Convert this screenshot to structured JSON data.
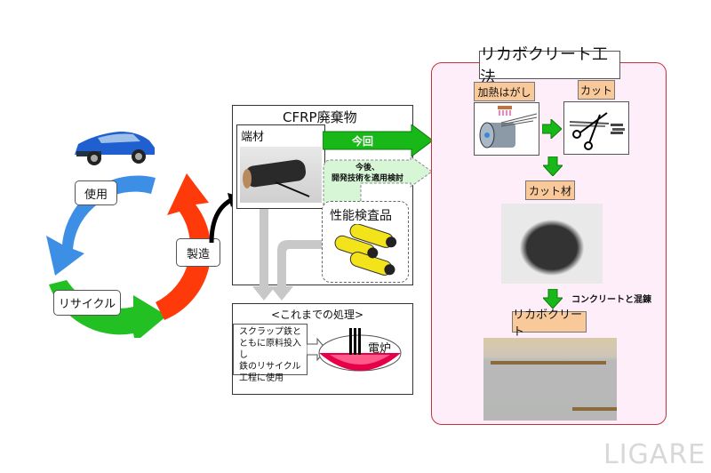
{
  "cycle": {
    "use_label": "使用",
    "recycle_label": "リサイクル",
    "manufacture_label": "製造"
  },
  "cfrp": {
    "title": "CFRP廃棄物",
    "scrap_label": "端材",
    "inspection_label": "性能検査品",
    "current_arrow_label": "今回",
    "future_arrow_line1": "今後、",
    "future_arrow_line2": "開発技術を適用検討"
  },
  "previous": {
    "title": "<これまでの処理>",
    "note_lines": [
      "スクラップ鉄と",
      "ともに原料投入し",
      "鉄のリサイクル",
      "工程に使用"
    ],
    "furnace_label": "電炉"
  },
  "recabocrete": {
    "title": "リカボクリート工法",
    "heat_peel_label": "加熱はがし",
    "cut_label": "カット",
    "cut_material_label": "カット材",
    "mix_label": "コンクリートと混錬",
    "product_label": "リカボクリート"
  },
  "watermark": "LIGARE",
  "colors": {
    "blue_arrow": "#3d8fe6",
    "green_arrow": "#22c022",
    "red_arrow": "#ff3a0a",
    "panel_pink": "#fdeefa",
    "panel_border": "#c0333a",
    "tan_label": "#f9c99a",
    "process_green": "#19b819"
  }
}
